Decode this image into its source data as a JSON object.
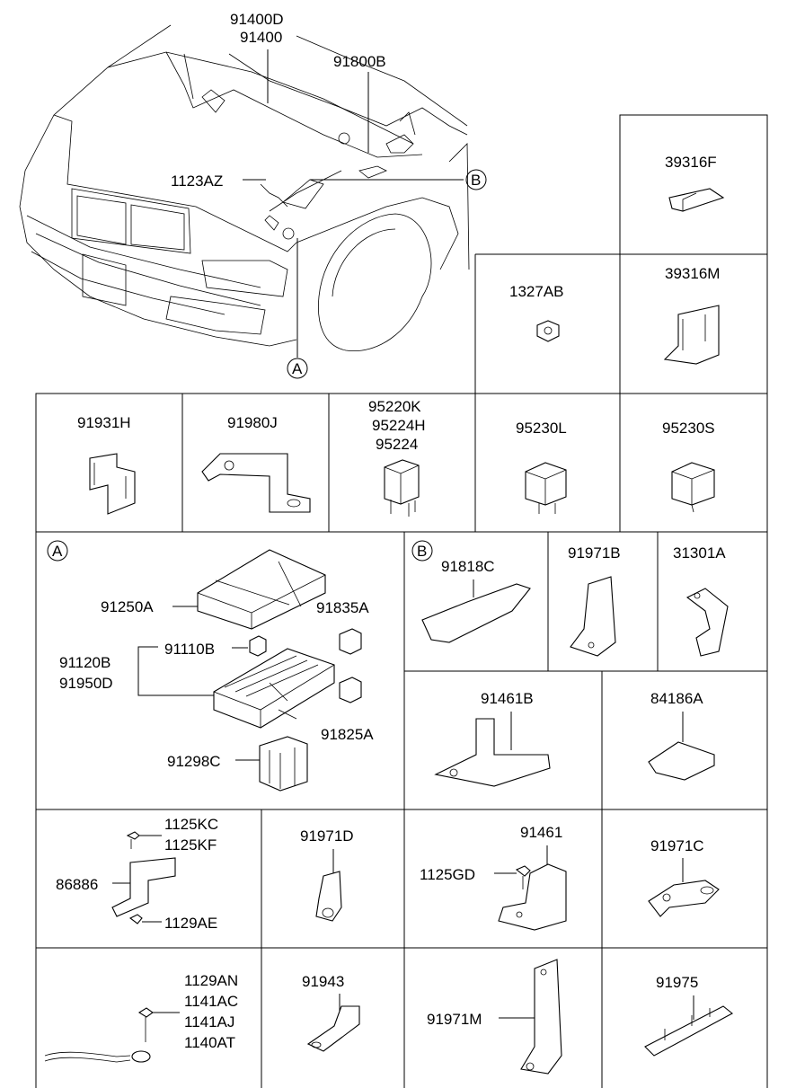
{
  "labels": {
    "p91400d": "91400D",
    "p91400": "91400",
    "p91800b": "91800B",
    "p1123az": "1123AZ",
    "ref_b_top": "B",
    "ref_a_top": "A",
    "p39316f": "39316F",
    "p1327ab": "1327AB",
    "p39316m": "39316M",
    "p91931h": "91931H",
    "p91980j": "91980J",
    "p95220k": "95220K",
    "p95224h": "95224H",
    "p95224": "95224",
    "p95230l": "95230L",
    "p95230s": "95230S",
    "ref_a_box": "A",
    "p91250a": "91250A",
    "p91835a": "91835A",
    "p91110b": "91110B",
    "p91120b": "91120B",
    "p91950d": "91950D",
    "p91825a": "91825A",
    "p91298c": "91298C",
    "ref_b_box": "B",
    "p91818c": "91818C",
    "p91971b": "91971B",
    "p31301a": "31301A",
    "p91461b": "91461B",
    "p84186a": "84186A",
    "p1125kc": "1125KC",
    "p1125kf": "1125KF",
    "p86886": "86886",
    "p1129ae": "1129AE",
    "p91971d": "91971D",
    "p91461": "91461",
    "p1125gd": "1125GD",
    "p91971c": "91971C",
    "p1129an": "1129AN",
    "p1141ac": "1141AC",
    "p1141aj": "1141AJ",
    "p1140at": "1140AT",
    "p91943": "91943",
    "p91971m": "91971M",
    "p91975": "91975"
  }
}
